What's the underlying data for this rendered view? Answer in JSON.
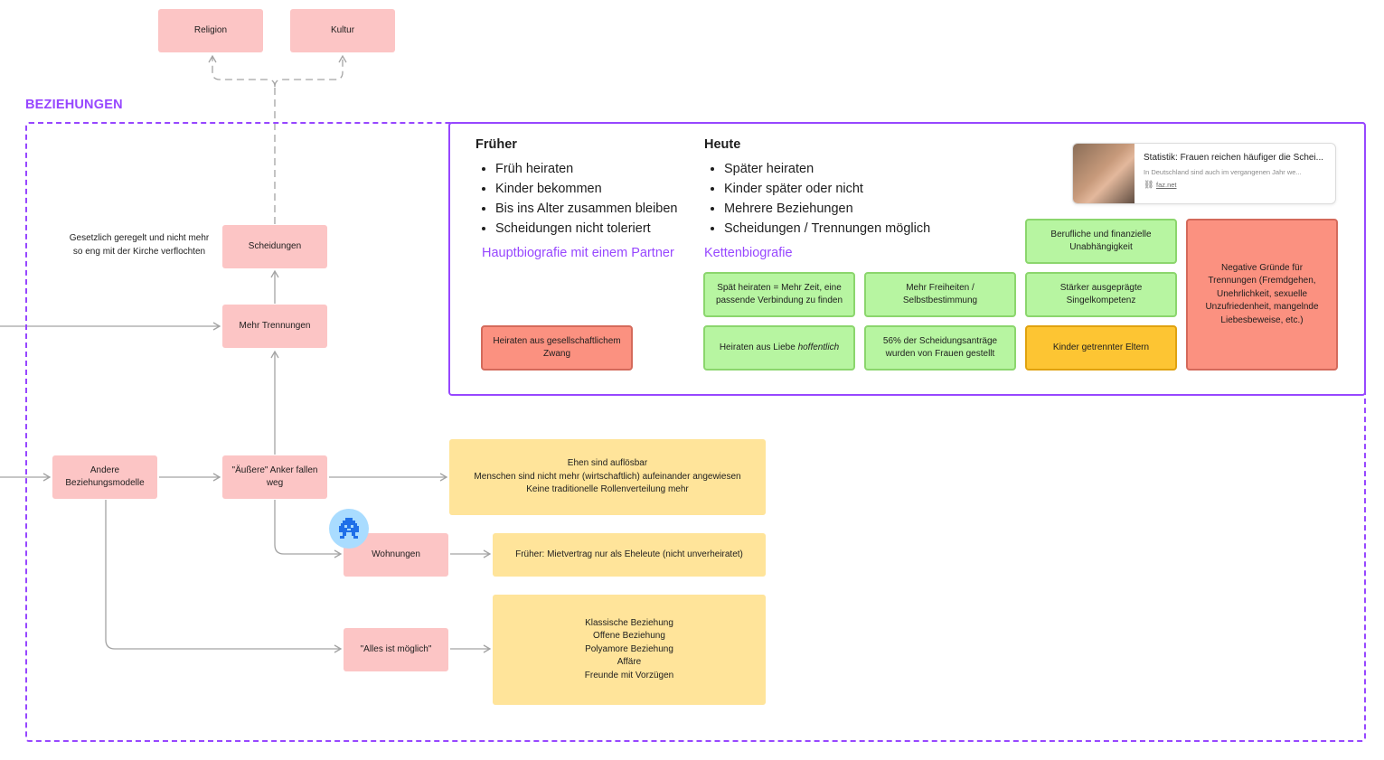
{
  "section": {
    "title": "BEZIEHUNGEN"
  },
  "top_nodes": {
    "religion": "Religion",
    "kultur": "Kultur"
  },
  "nodes": {
    "scheidungen": "Scheidungen",
    "mehr_trennungen": "Mehr Trennungen",
    "andere_beziehungsmodelle": "Andere\nBeziehungsmodelle",
    "anker_fallen_weg": "\"Äußere\" Anker fallen\nweg",
    "wohnungen": "Wohnungen",
    "alles_moeglich": "\"Alles ist möglich\""
  },
  "side_note": "Gesetzlich geregelt und nicht mehr\nso eng mit der Kirche verflochten",
  "info_boxes": {
    "ehen": "Ehen sind auflösbar\nMenschen sind nicht mehr (wirtschaftlich) aufeinander angewiesen\nKeine traditionelle Rollenverteilung mehr",
    "frueher_mietvertrag": "Früher: Mietvertrag nur als Eheleute (nicht unverheiratet)",
    "beziehungsformen": "Klassische Beziehung\nOffene Beziehung\nPolyamore Beziehung\nAffäre\nFreunde mit Vorzügen"
  },
  "comparison": {
    "frueher": {
      "title": "Früher",
      "items": [
        "Früh heiraten",
        "Kinder bekommen",
        "Bis ins Alter zusammen bleiben",
        "Scheidungen nicht toleriert"
      ],
      "summary": "Hauptbiografie mit einem Partner"
    },
    "heute": {
      "title": "Heute",
      "items": [
        "Später heiraten",
        "Kinder später oder nicht",
        "Mehrere Beziehungen",
        "Scheidungen / Trennungen möglich"
      ],
      "summary": "Kettenbiografie"
    }
  },
  "stickies": {
    "heiraten_zwang": "Heiraten aus gesellschaftlichem\nZwang",
    "spaet_heiraten": "Spät heiraten = Mehr Zeit, eine\npassende Verbindung zu finden",
    "mehr_freiheiten": "Mehr Freiheiten /\nSelbstbestimmung",
    "berufliche_unabhaengigkeit": "Berufliche und finanzielle\nUnabhängigkeit",
    "singelkompetenz": "Stärker ausgeprägte\nSingelkompetenz",
    "heiraten_liebe_prefix": "Heiraten aus Liebe ",
    "heiraten_liebe_em": "hoffentlich",
    "scheidungsantraege": "56% der Scheidungsanträge\nwurden von Frauen gestellt",
    "kinder_getrennt": "Kinder getrennter Eltern",
    "negative_gruende": "Negative Gründe für\nTrennungen (Fremdgehen,\nUnehrlichkeit, sexuelle\nUnzufriedenheit, mangelnde\nLiebesbeweise, etc.)"
  },
  "link_card": {
    "title": "Statistik: Frauen reichen häufiger die Schei...",
    "description": "In Deutschland sind auch im vergangenen Jahr we...",
    "domain": "faz.net"
  },
  "icons": {
    "avatar": "robot-avatar-icon",
    "link": "link-icon"
  },
  "colors": {
    "section_border": "#9747ff",
    "pink_node": "#fcc5c5",
    "yellow_box": "#ffe49a",
    "green_sticky": "#b7f5a1",
    "red_sticky": "#fb9180",
    "orange_sticky": "#fdc533",
    "avatar_bg": "#a9dcff",
    "avatar_fg": "#1e6fe8"
  }
}
